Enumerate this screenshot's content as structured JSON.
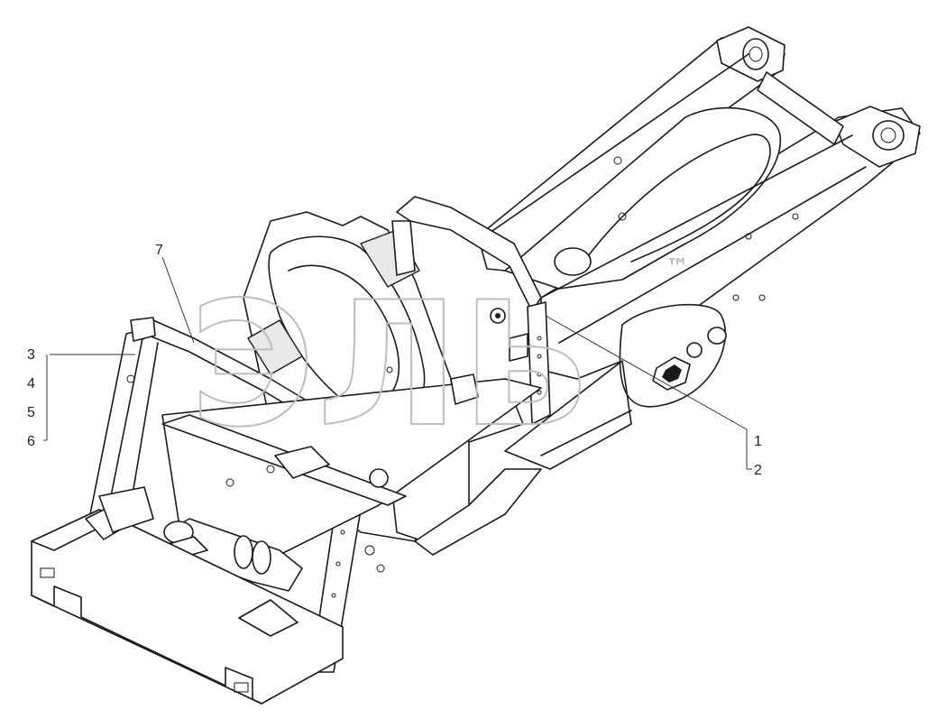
{
  "diagram": {
    "callouts": {
      "c1": "1",
      "c2": "2",
      "c3": "3",
      "c4": "4",
      "c5": "5",
      "c6": "6",
      "c7": "7"
    },
    "watermark": {
      "text": "ЭЛЬ",
      "mark": "™"
    }
  }
}
